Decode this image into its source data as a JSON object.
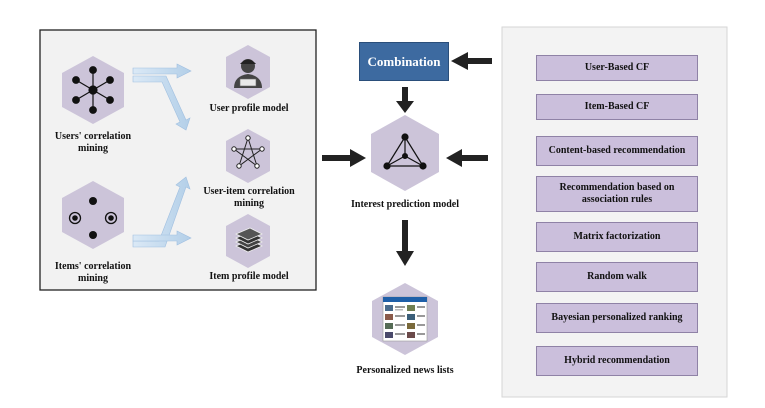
{
  "mining": {
    "users_correlation": "Users' correlation mining",
    "items_correlation": "Items' correlation mining",
    "user_profile_model": "User profile model",
    "user_item_correlation": "User-item correlation mining",
    "item_profile_model": "Item profile model"
  },
  "center": {
    "combination": "Combination",
    "interest_prediction_model": "Interest prediction model",
    "personalized_news_lists": "Personalized news lists"
  },
  "methods": [
    "User-Based CF",
    "Item-Based CF",
    "Content-based recommendation",
    "Recommendation based on association rules",
    "Matrix factorization",
    "Random walk",
    "Bayesian personalized ranking",
    "Hybrid recommendation"
  ],
  "colors": {
    "hexagon": "#ccc4d9",
    "method_box": "#cbbfdc",
    "combination_box": "#3d6aa0",
    "panel": "#f2f2f2",
    "arrow": "#222222",
    "flow_arrow": "#bcd6ec"
  },
  "icons": {
    "users_network": "star-network-icon",
    "items_cluster": "dots-cluster-icon",
    "user_avatar": "user-avatar-icon",
    "pentagram": "pentagram-graph-icon",
    "stack": "layer-stack-icon",
    "triangle_graph": "triangle-graph-icon",
    "news_screen": "news-screen-icon"
  }
}
